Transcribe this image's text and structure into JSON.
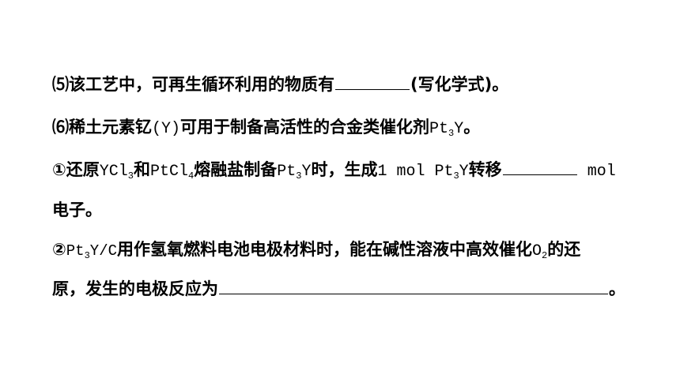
{
  "q5": {
    "text_before": "⑸该工艺中，可再生循环利用的物质有",
    "text_after": "(写化学式)。"
  },
  "q6": {
    "intro_before": "⑹稀土元素钇",
    "intro_y": "(Y)",
    "intro_middle": "可用于制备高活性的合金类催化剂",
    "intro_formula_a": "Pt",
    "intro_formula_sub": "3",
    "intro_formula_b": "Y",
    "intro_end": "。",
    "part1": {
      "marker": "①还原",
      "ycl": "YCl",
      "ycl_sub": "3",
      "he": "和",
      "ptcl": "PtCl",
      "ptcl_sub": "4",
      "mid": "熔融盐制备",
      "pt": "Pt",
      "pt_sub": "3",
      "y": "Y",
      "shi": "时，生成",
      "amount": "1 mol Pt",
      "amount_sub": "3",
      "amount_y": "Y",
      "zhuanyi": "转移",
      "unit": "mol",
      "line2": "电子。"
    },
    "part2": {
      "marker": "②",
      "pt": "Pt",
      "pt_sub": "3",
      "yc": "Y/C",
      "mid": "用作氢氧燃料电池电极材料时，能在碱性溶液中高效催化",
      "o": "O",
      "o_sub": "2",
      "end": "的还",
      "line2_before": "原，发生的电极反应为",
      "line2_after": "。"
    }
  }
}
